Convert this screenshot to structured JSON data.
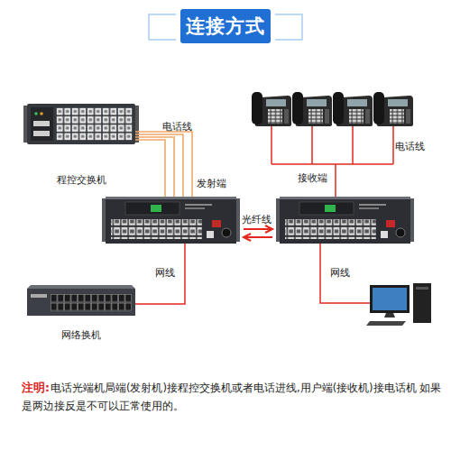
{
  "diagram": {
    "title": "连接方式",
    "nodes": [
      {
        "text": [
          "程控交换机"
        ]
      },
      {
        "text": [
          "发射端"
        ]
      },
      {
        "text": [
          "接收端"
        ]
      },
      {
        "text": [
          "网络换机"
        ]
      }
    ],
    "edges": [
      {
        "from": 0,
        "to": 1,
        "label": "电话线",
        "arrow": "none"
      },
      {
        "from": 1,
        "to": 2,
        "label": "光纤线",
        "arrow": "both"
      },
      {
        "from": 1,
        "to": 3,
        "label": "网线",
        "arrow": "none"
      }
    ],
    "labels": [
      "电话线",
      "网线",
      "注明:",
      "电话光端机局端(发射机)接程控交换机或者电话进线,用户端(接收机)接电话机 如果是两边接反是不可以正常使用的。"
    ]
  }
}
